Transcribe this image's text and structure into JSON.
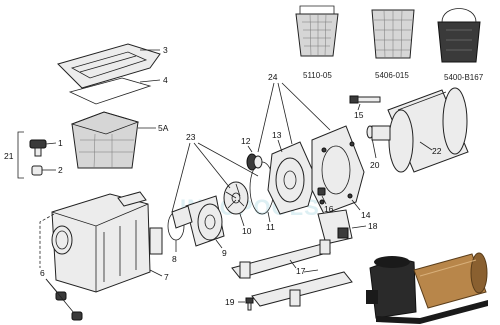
{
  "part_numbers": {
    "p1": "1",
    "p2": "2",
    "p3": "3",
    "p4": "4",
    "p5A": "5A",
    "p6": "6",
    "p7": "7",
    "p8": "8",
    "p9": "9",
    "p10": "10",
    "p11": "11",
    "p12": "12",
    "p13": "13",
    "p14": "14",
    "p15": "15",
    "p16": "16",
    "p17": "17",
    "p18": "18",
    "p19": "19",
    "p20": "20",
    "p21": "21",
    "p22": "22",
    "p23": "23",
    "p24": "24"
  },
  "basket_options": {
    "b1": "5110-05",
    "b2": "5406-015",
    "b3": "5400-B167"
  },
  "watermark": "INYOPOOLS",
  "colors": {
    "line": "#222222",
    "part_fill": "#ececec",
    "pump_body": "#2a2a2a",
    "motor_bronze": "#b8864a"
  }
}
